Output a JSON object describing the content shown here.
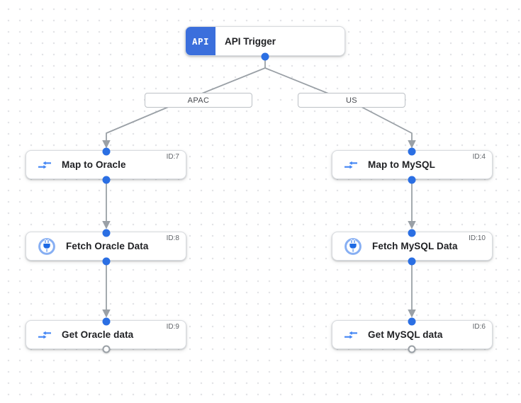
{
  "diagram": {
    "trigger": {
      "badge": "API",
      "title": "API Trigger"
    },
    "branches": [
      {
        "label": "APAC"
      },
      {
        "label": "US"
      }
    ],
    "nodes": [
      {
        "title": "Map to Oracle",
        "id": "ID:7",
        "icon": "data-mapping-icon"
      },
      {
        "title": "Fetch Oracle Data",
        "id": "ID:8",
        "icon": "connector-icon"
      },
      {
        "title": "Get Oracle data",
        "id": "ID:9",
        "icon": "data-mapping-icon"
      },
      {
        "title": "Map to MySQL",
        "id": "ID:4",
        "icon": "data-mapping-icon"
      },
      {
        "title": "Fetch MySQL Data",
        "id": "ID:10",
        "icon": "connector-icon"
      },
      {
        "title": "Get MySQL data",
        "id": "ID:6",
        "icon": "data-mapping-icon"
      }
    ],
    "colors": {
      "api_badge_blue": "#3b6fdc",
      "dot_blue": "#2b6fe3",
      "icon_blue": "#4285f4",
      "connector_ring_blue": "#87aff3",
      "connector_plug_blue": "#1e6ae4",
      "edge_gray": "#9aa0a6",
      "node_border": "#d8dbdf",
      "node_title_text": "#202124",
      "id_text": "#5f6368",
      "chip_text": "#45484d"
    }
  }
}
